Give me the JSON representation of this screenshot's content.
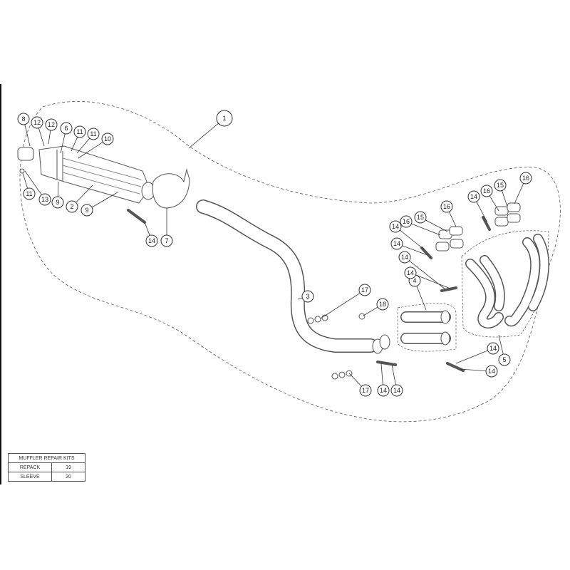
{
  "diagram": {
    "callouts": [
      "1",
      "8",
      "12",
      "12",
      "6",
      "11",
      "11",
      "10",
      "11",
      "13",
      "9",
      "2",
      "9",
      "14",
      "7",
      "3",
      "17",
      "18",
      "4",
      "14",
      "16",
      "15",
      "16",
      "14",
      "16",
      "15",
      "16",
      "14",
      "14",
      "14",
      "5",
      "14",
      "14",
      "17",
      "14",
      "14"
    ]
  },
  "repair_kits": {
    "title": "MUFFLER REPAIR KITS",
    "rows": [
      {
        "name": "REPACK",
        "part": "19"
      },
      {
        "name": "SLEEVE",
        "part": "20"
      }
    ]
  }
}
